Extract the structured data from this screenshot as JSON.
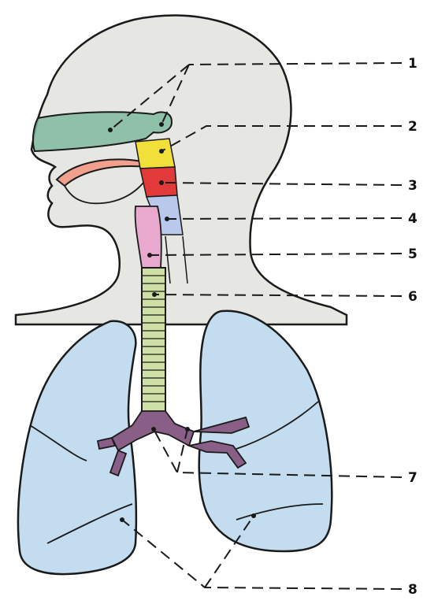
{
  "diagram": {
    "labels": [
      "1",
      "2",
      "3",
      "4",
      "5",
      "6",
      "7",
      "8"
    ],
    "colors": {
      "head_fill": "#e6e6e2",
      "outline": "#1a1a1a",
      "nasal_cavity": "#7fb9a0",
      "nasopharynx": "#f2e03a",
      "oropharynx": "#e23a3a",
      "laryngopharynx": "#b9c9ec",
      "larynx": "#e9a9cf",
      "trachea": "#cfe0a6",
      "bronchi": "#8a5f87",
      "lungs": "#c3dcef",
      "palate": "#f0a08c",
      "pointer_dot": "#1a1a1a"
    }
  }
}
